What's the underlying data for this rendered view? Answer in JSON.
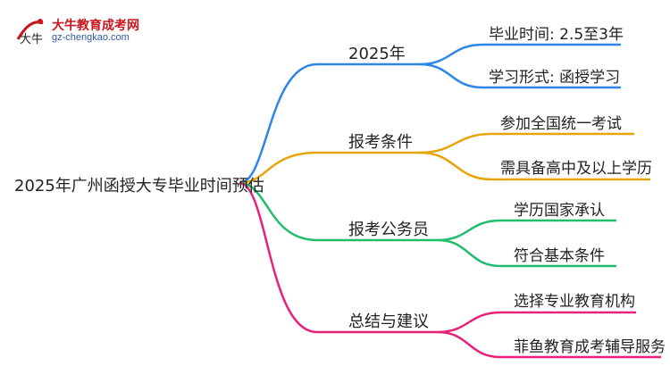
{
  "logo": {
    "name": "大牛教育成考网",
    "url": "gz-chengkao.com",
    "mark_text": "大牛"
  },
  "root": {
    "label": "2025年广州函授大专毕业时间预估"
  },
  "branches": [
    {
      "label": "2025年",
      "color": "#2f86e8",
      "children": [
        "毕业时间: 2.5至3年",
        "学习形式: 函授学习"
      ]
    },
    {
      "label": "报考条件",
      "color": "#e5a50a",
      "children": [
        "参加全国统一考试",
        "需具备高中及以上学历"
      ]
    },
    {
      "label": "报考公务员",
      "color": "#1fbe6e",
      "children": [
        "学历国家承认",
        "符合基本条件"
      ]
    },
    {
      "label": "总结与建议",
      "color": "#e8217a",
      "children": [
        "选择专业教育机构",
        "菲鱼教育成考辅导服务"
      ]
    }
  ]
}
